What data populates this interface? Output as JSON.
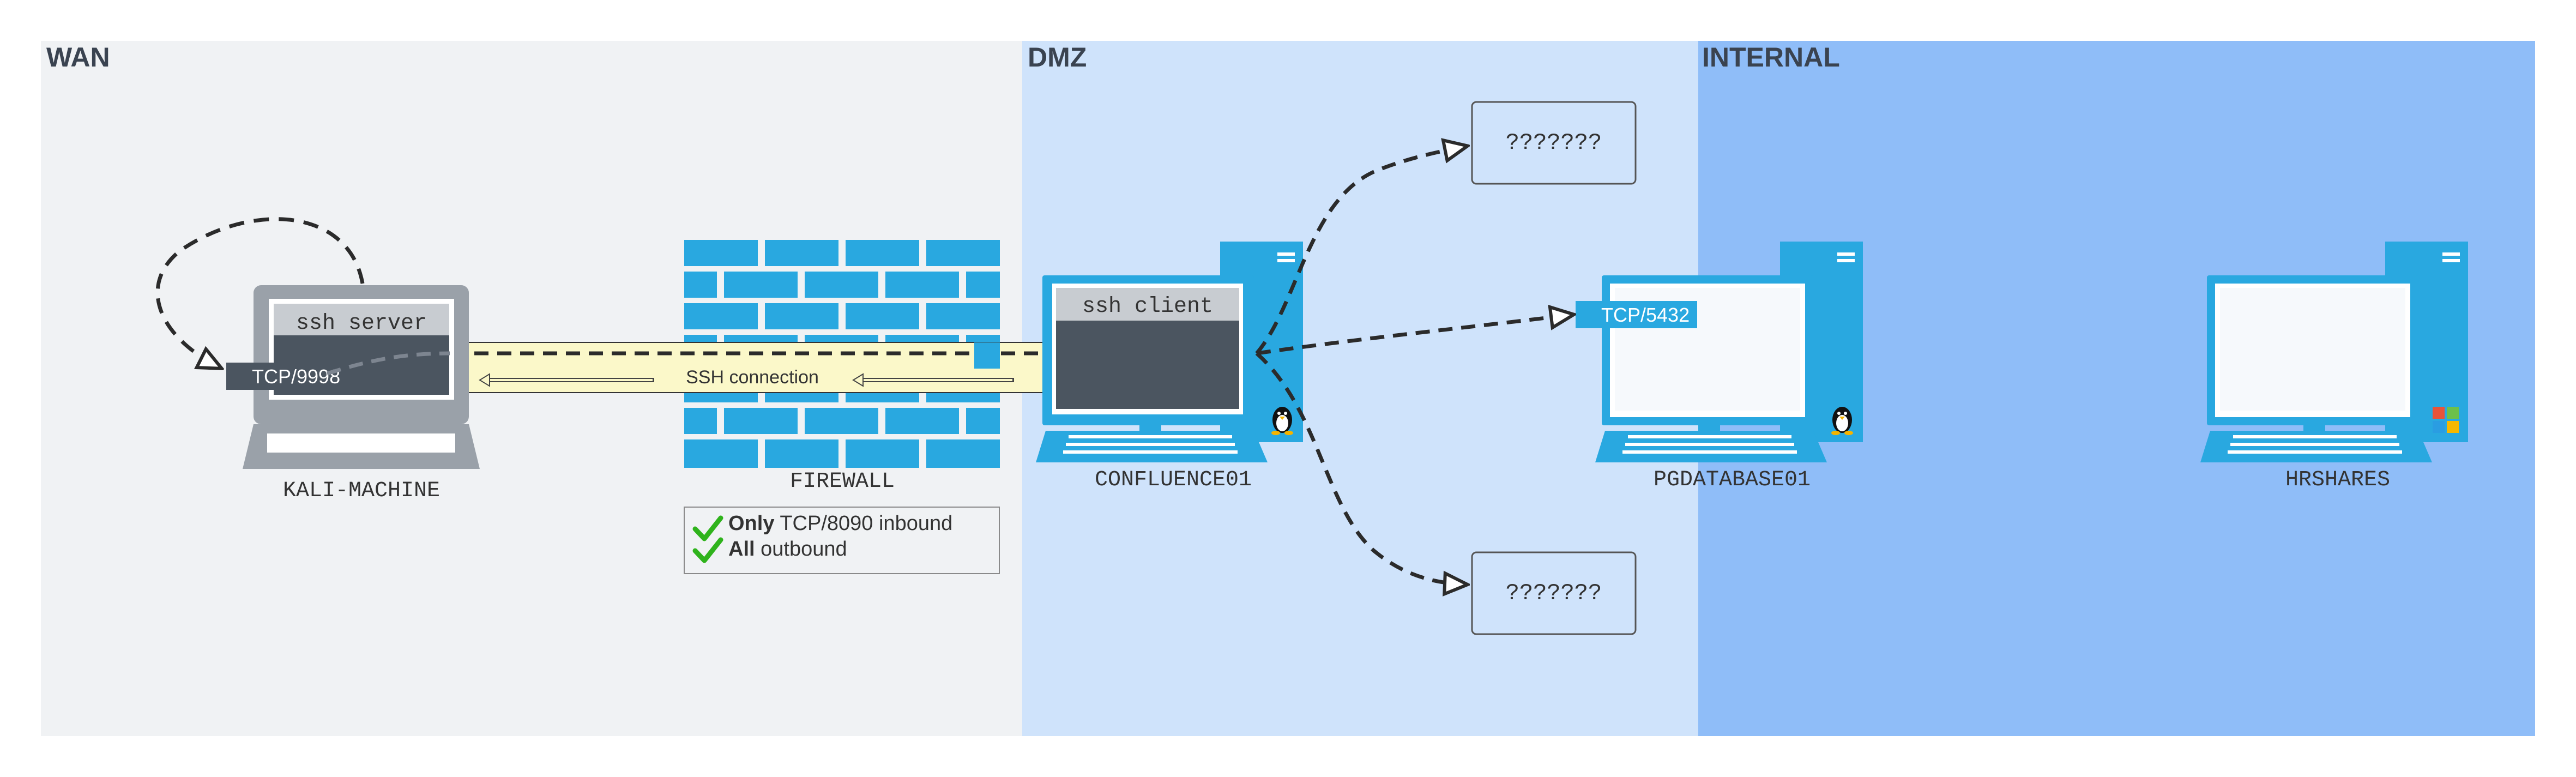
{
  "zones": {
    "wan": "WAN",
    "dmz": "DMZ",
    "internal": "INTERNAL"
  },
  "nodes": {
    "kali": {
      "label": "KALI-MACHINE",
      "screen": "ssh server",
      "port": "TCP/9998"
    },
    "firewall": {
      "label": "FIREWALL"
    },
    "confluence": {
      "label": "CONFLUENCE01",
      "screen": "ssh client",
      "os": "linux-icon"
    },
    "pgdatabase": {
      "label": "PGDATABASE01",
      "port": "TCP/5432",
      "os": "linux-icon"
    },
    "hrshares": {
      "label": "HRSHARES",
      "os": "windows-icon"
    },
    "unknown_top": {
      "label": "???????"
    },
    "unknown_bottom": {
      "label": "???????"
    }
  },
  "connection": {
    "label": "SSH connection"
  },
  "firewall_rules": [
    {
      "bold": "Only",
      "text": " TCP/8090 inbound",
      "icon": "checkmark-icon"
    },
    {
      "bold": "All",
      "text": " outbound",
      "icon": "checkmark-icon"
    }
  ],
  "colors": {
    "wan_bg": "#f0f2f4",
    "dmz_bg": "#cfe3fb",
    "internal_bg": "#8fbdf8",
    "device_blue": "#29a8e0",
    "dark_screen": "#4b5560",
    "tunnel_yellow": "#fbf8c9",
    "check_green": "#2fb31c"
  }
}
